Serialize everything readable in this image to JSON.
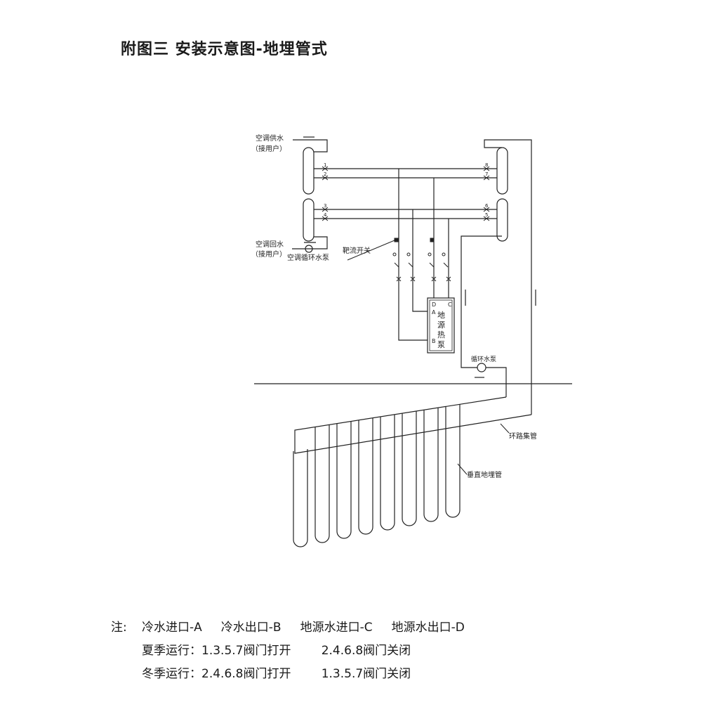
{
  "title": "附图三  安装示意图-地埋管式",
  "labels": {
    "supply": "空调供水",
    "supply_sub": "（接用户）",
    "return": "空调回水",
    "return_sub": "（接用户）",
    "ac_pump": "空调循环水泵",
    "flow_switch": "靶流开关",
    "heat_pump": [
      "地",
      "源",
      "热",
      "泵"
    ],
    "port_a": "A",
    "port_b": "B",
    "port_c": "C",
    "port_d": "D",
    "loop_pump": "循环水泵",
    "header": "环路集管",
    "vertical_pipe": "垂直地埋管",
    "valves": [
      "1",
      "2",
      "3",
      "4",
      "5",
      "6",
      "7",
      "8"
    ]
  },
  "notes": {
    "prefix": "注:",
    "line1": "冷水进口-A     冷水出口-B     地源水进口-C     地源水出口-D",
    "line2": "夏季运行：1.3.5.7阀门打开        2.4.6.8阀门关闭",
    "line3": "冬季运行：2.4.6.8阀门打开        1.3.5.7阀门关闭"
  }
}
